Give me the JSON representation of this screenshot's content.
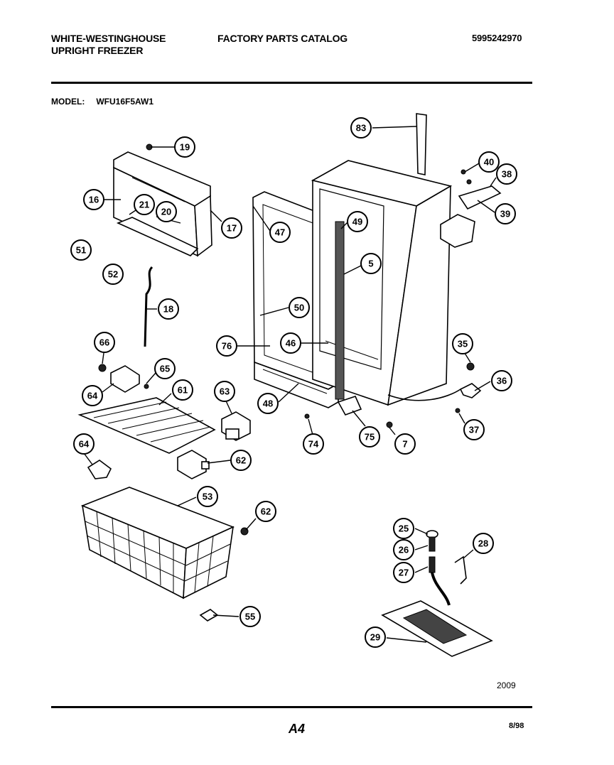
{
  "header": {
    "brand_line1": "WHITE-WESTINGHOUSE",
    "brand_line2": "UPRIGHT FREEZER",
    "catalog_title": "FACTORY PARTS CATALOG",
    "part_number": "5995242970"
  },
  "model": {
    "label": "MODEL:",
    "value": "WFU16F5AW1"
  },
  "callouts": [
    {
      "id": "c19",
      "label": "19"
    },
    {
      "id": "c16",
      "label": "16"
    },
    {
      "id": "c21",
      "label": "21"
    },
    {
      "id": "c20",
      "label": "20"
    },
    {
      "id": "c17",
      "label": "17"
    },
    {
      "id": "c51",
      "label": "51"
    },
    {
      "id": "c52",
      "label": "52"
    },
    {
      "id": "c18",
      "label": "18"
    },
    {
      "id": "c66",
      "label": "66"
    },
    {
      "id": "c65",
      "label": "65"
    },
    {
      "id": "c64a",
      "label": "64"
    },
    {
      "id": "c61",
      "label": "61"
    },
    {
      "id": "c63",
      "label": "63"
    },
    {
      "id": "c64b",
      "label": "64"
    },
    {
      "id": "c62a",
      "label": "62"
    },
    {
      "id": "c53",
      "label": "53"
    },
    {
      "id": "c62b",
      "label": "62"
    },
    {
      "id": "c55",
      "label": "55"
    },
    {
      "id": "c83",
      "label": "83"
    },
    {
      "id": "c40",
      "label": "40"
    },
    {
      "id": "c38",
      "label": "38"
    },
    {
      "id": "c39",
      "label": "39"
    },
    {
      "id": "c47",
      "label": "47"
    },
    {
      "id": "c49",
      "label": "49"
    },
    {
      "id": "c5",
      "label": "5"
    },
    {
      "id": "c50",
      "label": "50"
    },
    {
      "id": "c76",
      "label": "76"
    },
    {
      "id": "c46",
      "label": "46"
    },
    {
      "id": "c35",
      "label": "35"
    },
    {
      "id": "c36",
      "label": "36"
    },
    {
      "id": "c48",
      "label": "48"
    },
    {
      "id": "c37",
      "label": "37"
    },
    {
      "id": "c74",
      "label": "74"
    },
    {
      "id": "c75",
      "label": "75"
    },
    {
      "id": "c7",
      "label": "7"
    },
    {
      "id": "c25",
      "label": "25"
    },
    {
      "id": "c26",
      "label": "26"
    },
    {
      "id": "c28",
      "label": "28"
    },
    {
      "id": "c27",
      "label": "27"
    },
    {
      "id": "c29",
      "label": "29"
    }
  ],
  "footer": {
    "figure_number": "2009",
    "page_id": "A4",
    "date": "8/98"
  }
}
